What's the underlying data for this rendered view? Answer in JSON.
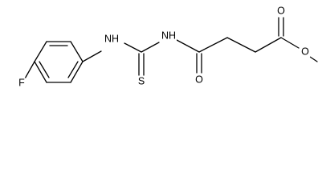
{
  "molecule": {
    "atoms": {
      "fluorine": "F",
      "nh_left": "NH",
      "nh_right": "NH",
      "sulfur": "S",
      "oxygen_amide": "O",
      "oxygen_ester_carbonyl": "O",
      "oxygen_ester_ether": "O"
    }
  }
}
